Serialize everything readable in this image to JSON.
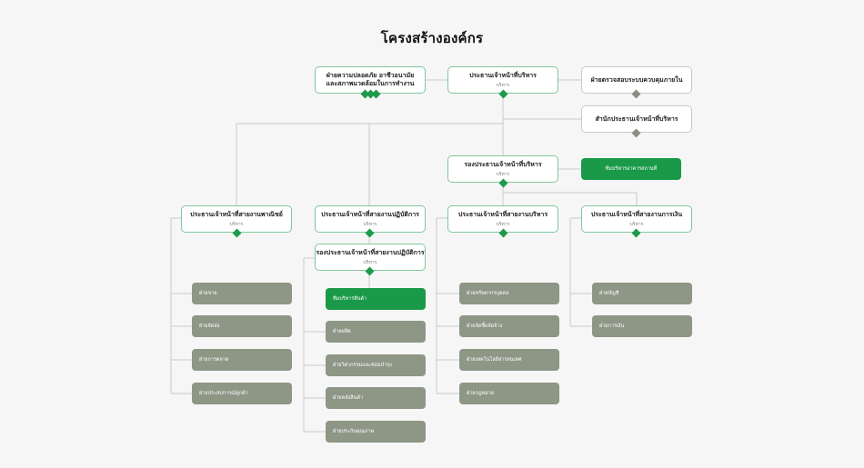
{
  "title": "โครงสร้างองค์กร",
  "colors": {
    "accent": "#1e9a4b",
    "box_gray": "#8e9686",
    "line": "#c9c9c9"
  },
  "boxes": {
    "safety": {
      "title": "ฝ่ายความปลอดภัย อาชีวอนามัย\nและสภาพแวดล้อมในการทำงาน"
    },
    "ceo": {
      "title": "ประธานเจ้าหน้าที่บริหาร",
      "sub": "บริหาร"
    },
    "audit": {
      "title": "ฝ่ายตรวจสอบระบบควบคุมภายใน"
    },
    "ceo_office": {
      "title": "สำนักประธานเจ้าหน้าที่บริหาร"
    },
    "deputy_ceo": {
      "title": "รองประธานเจ้าหน้าที่บริหาร",
      "sub": "บริหาร"
    },
    "commercial": {
      "title": "ประธานเจ้าหน้าที่สายงานพาณิชย์",
      "sub": "บริหาร"
    },
    "operations": {
      "title": "ประธานเจ้าหน้าที่สายงานปฏิบัติการ",
      "sub": "บริหาร"
    },
    "deputy_operations": {
      "title": "รองประธานเจ้าหน้าที่สายงานปฏิบัติการ",
      "sub": "บริหาร"
    },
    "administration": {
      "title": "ประธานเจ้าหน้าที่สายงานบริหาร",
      "sub": "บริหาร"
    },
    "finance": {
      "title": "ประธานเจ้าหน้าที่สายงานการเงิน",
      "sub": "บริหาร"
    }
  },
  "highlight_boxes": {
    "deputy_side": "ทีมบริหารอาคารสถานที่",
    "operations_top": "ทีมบริหารสินค้า"
  },
  "departments": {
    "commercial": [
      "ฝ่ายขาย",
      "ฝ่ายจัดส่ง",
      "ฝ่ายการตลาด",
      "ฝ่ายประสบการณ์ลูกค้า"
    ],
    "operations": [
      "ฝ่ายผลิต",
      "ฝ่ายวิศวกรรมและซ่อมบำรุง",
      "ฝ่ายคลังสินค้า",
      "ฝ่ายประกันคุณภาพ"
    ],
    "administration": [
      "ฝ่ายทรัพยากรบุคคล",
      "ฝ่ายจัดซื้อจัดจ้าง",
      "ฝ่ายเทคโนโลยีสารสนเทศ",
      "ฝ่ายกฎหมาย"
    ],
    "finance": [
      "ฝ่ายบัญชี",
      "ฝ่ายการเงิน"
    ]
  }
}
